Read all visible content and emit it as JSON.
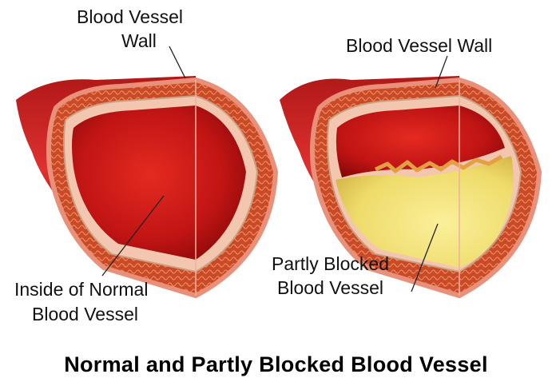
{
  "title": "Normal and Partly Blocked Blood Vessel",
  "labels": {
    "wall_left_line1": "Blood Vessel",
    "wall_left_line2": "Wall",
    "wall_right": "Blood Vessel Wall",
    "inside_normal_line1": "Inside of Normal",
    "inside_normal_line2": "Blood Vessel",
    "partly_blocked_line1": "Partly Blocked",
    "partly_blocked_line2": "Blood Vessel"
  },
  "colors": {
    "vessel_red": "#c81e1e",
    "vessel_dark": "#7a0a0a",
    "wall_pink": "#e8907a",
    "plaque_yellow": "#f2e27a"
  }
}
